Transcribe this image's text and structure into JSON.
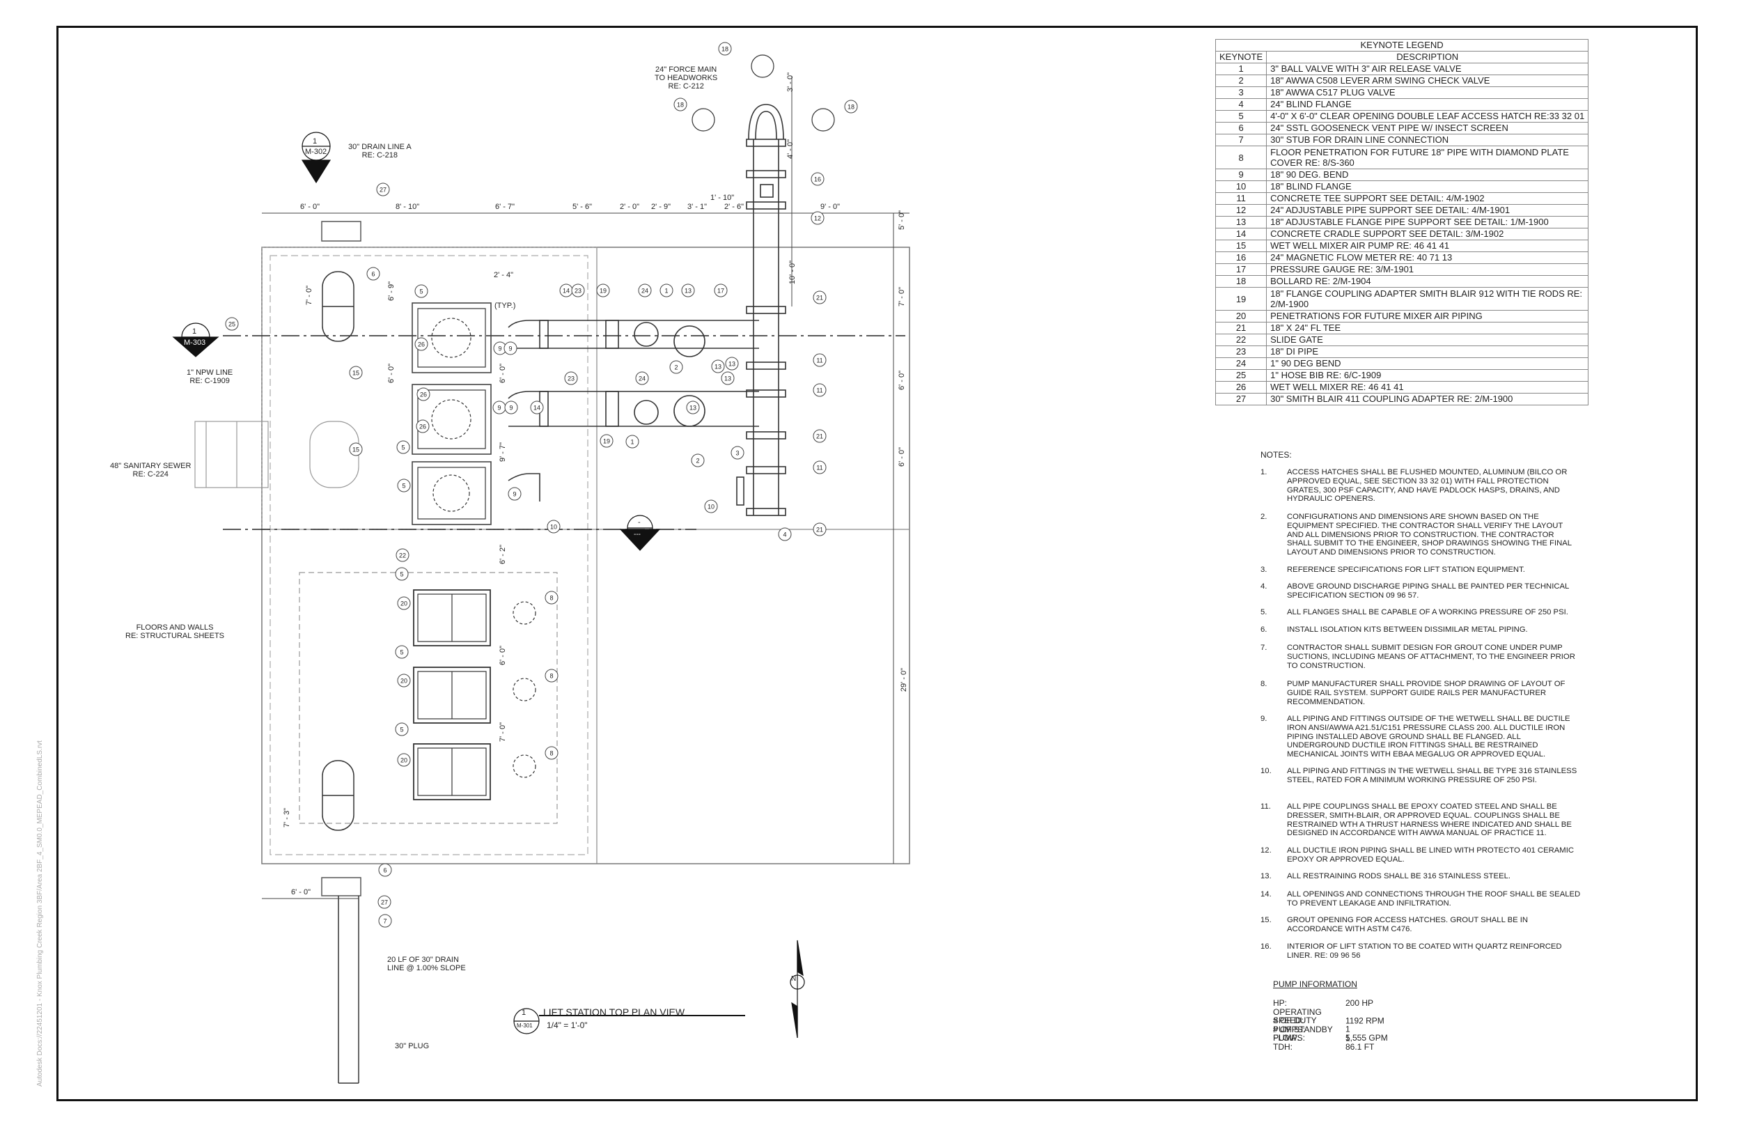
{
  "sheet_file_path": "Autodesk Docs://22451201 - Knox Plumbing Creek Region 3BF/Area 2BF_4_SM0.0_MEPEAD_CombinedLS.rvt",
  "keynote_legend": {
    "title": "KEYNOTE LEGEND",
    "col_keynote": "KEYNOTE",
    "col_description": "DESCRIPTION",
    "rows": [
      {
        "k": "1",
        "d": "3\" BALL VALVE WITH 3\" AIR RELEASE VALVE"
      },
      {
        "k": "2",
        "d": "18\" AWWA C508 LEVER ARM SWING CHECK VALVE"
      },
      {
        "k": "3",
        "d": "18\" AWWA C517 PLUG VALVE"
      },
      {
        "k": "4",
        "d": "24\" BLIND FLANGE"
      },
      {
        "k": "5",
        "d": "4'-0\" X 6'-0\" CLEAR OPENING DOUBLE LEAF ACCESS HATCH RE:33 32 01"
      },
      {
        "k": "6",
        "d": "24\" SSTL GOOSENECK VENT PIPE W/ INSECT SCREEN"
      },
      {
        "k": "7",
        "d": "30\" STUB FOR DRAIN LINE CONNECTION"
      },
      {
        "k": "8",
        "d": "FLOOR PENETRATION FOR FUTURE 18\" PIPE WITH DIAMOND PLATE COVER RE: 8/S-360"
      },
      {
        "k": "9",
        "d": "18\" 90 DEG. BEND"
      },
      {
        "k": "10",
        "d": "18\" BLIND FLANGE"
      },
      {
        "k": "11",
        "d": "CONCRETE TEE SUPPORT SEE DETAIL: 4/M-1902"
      },
      {
        "k": "12",
        "d": "24\" ADJUSTABLE PIPE SUPPORT SEE DETAIL: 4/M-1901"
      },
      {
        "k": "13",
        "d": "18\" ADJUSTABLE FLANGE PIPE SUPPORT SEE DETAIL: 1/M-1900"
      },
      {
        "k": "14",
        "d": "CONCRETE CRADLE SUPPORT SEE DETAIL: 3/M-1902"
      },
      {
        "k": "15",
        "d": "WET WELL MIXER AIR PUMP RE: 46 41 41"
      },
      {
        "k": "16",
        "d": "24\" MAGNETIC FLOW METER RE: 40 71 13"
      },
      {
        "k": "17",
        "d": "PRESSURE GAUGE RE: 3/M-1901"
      },
      {
        "k": "18",
        "d": "BOLLARD RE: 2/M-1904"
      },
      {
        "k": "19",
        "d": "18\" FLANGE COUPLING ADAPTER SMITH BLAIR 912 WITH TIE RODS RE: 2/M-1900"
      },
      {
        "k": "20",
        "d": "PENETRATIONS FOR FUTURE MIXER AIR PIPING"
      },
      {
        "k": "21",
        "d": "18\" X 24\" FL TEE"
      },
      {
        "k": "22",
        "d": "SLIDE GATE"
      },
      {
        "k": "23",
        "d": "18\" DI PIPE"
      },
      {
        "k": "24",
        "d": "1\" 90 DEG BEND"
      },
      {
        "k": "25",
        "d": "1\" HOSE BIB RE: 6/C-1909"
      },
      {
        "k": "26",
        "d": "WET WELL MIXER RE: 46 41 41"
      },
      {
        "k": "27",
        "d": "30\" SMITH BLAIR 411 COUPLING ADAPTER RE: 2/M-1900"
      }
    ]
  },
  "notes": {
    "title": "NOTES:",
    "items": [
      {
        "n": "1.",
        "t": "ACCESS HATCHES SHALL BE FLUSHED MOUNTED, ALUMINUM (BILCO OR APPROVED EQUAL, SEE SECTION 33 32 01) WITH FALL PROTECTION GRATES, 300 PSF CAPACITY, AND HAVE PADLOCK HASPS, DRAINS, AND HYDRAULIC OPENERS."
      },
      {
        "n": "2.",
        "t": "CONFIGURATIONS AND DIMENSIONS ARE SHOWN BASED ON THE EQUIPMENT SPECIFIED. THE CONTRACTOR SHALL VERIFY THE LAYOUT AND ALL DIMENSIONS PRIOR TO CONSTRUCTION. THE CONTRACTOR SHALL SUBMIT TO THE ENGINEER, SHOP DRAWINGS SHOWING THE FINAL LAYOUT AND DIMENSIONS PRIOR TO CONSTRUCTION."
      },
      {
        "n": "3.",
        "t": "REFERENCE SPECIFICATIONS FOR LIFT STATION EQUIPMENT."
      },
      {
        "n": "4.",
        "t": "ABOVE GROUND DISCHARGE PIPING SHALL BE PAINTED PER TECHNICAL SPECIFICATION SECTION 09 96 57."
      },
      {
        "n": "5.",
        "t": "ALL FLANGES SHALL BE CAPABLE OF A WORKING PRESSURE OF 250 PSI."
      },
      {
        "n": "6.",
        "t": "INSTALL ISOLATION KITS BETWEEN DISSIMILAR METAL PIPING."
      },
      {
        "n": "7.",
        "t": "CONTRACTOR SHALL SUBMIT DESIGN FOR GROUT CONE UNDER PUMP SUCTIONS, INCLUDING MEANS OF ATTACHMENT, TO THE ENGINEER PRIOR TO CONSTRUCTION."
      },
      {
        "n": "8.",
        "t": "PUMP MANUFACTURER SHALL PROVIDE SHOP DRAWING OF LAYOUT OF GUIDE RAIL SYSTEM. SUPPORT GUIDE RAILS PER MANUFACTURER RECOMMENDATION."
      },
      {
        "n": "9.",
        "t": "ALL PIPING AND FITTINGS OUTSIDE OF THE WETWELL SHALL BE DUCTILE IRON ANSI/AWWA A21.51/C151 PRESSURE CLASS 200. ALL DUCTILE IRON PIPING INSTALLED ABOVE GROUND SHALL BE FLANGED. ALL UNDERGROUND DUCTILE IRON FITTINGS SHALL BE RESTRAINED MECHANICAL JOINTS WITH EBAA MEGALUG OR APPROVED EQUAL."
      },
      {
        "n": "10.",
        "t": "ALL PIPING AND FITTINGS IN THE WETWELL SHALL BE TYPE 316 STAINLESS STEEL, RATED FOR A MINIMUM WORKING PRESSURE OF 250 PSI."
      },
      {
        "n": "11.",
        "t": "ALL PIPE COUPLINGS SHALL BE EPOXY COATED STEEL AND SHALL BE DRESSER, SMITH-BLAIR, OR APPROVED EQUAL. COUPLINGS SHALL BE RESTRAINED WTH A THRUST HARNESS WHERE INDICATED AND SHALL BE DESIGNED IN ACCORDANCE WITH AWWA MANUAL OF PRACTICE 11."
      },
      {
        "n": "12.",
        "t": "ALL DUCTILE IRON PIPING SHALL BE LINED WITH PROTECTO 401 CERAMIC EPOXY OR APPROVED EQUAL."
      },
      {
        "n": "13.",
        "t": "ALL RESTRAINING RODS SHALL BE 316 STAINLESS STEEL."
      },
      {
        "n": "14.",
        "t": "ALL OPENINGS AND CONNECTIONS THROUGH THE ROOF SHALL BE SEALED TO PREVENT LEAKAGE AND INFILTRATION."
      },
      {
        "n": "15.",
        "t": "GROUT OPENING FOR ACCESS HATCHES. GROUT SHALL BE IN ACCORDANCE WITH ASTM C476."
      },
      {
        "n": "16.",
        "t": "INTERIOR OF LIFT STATION TO BE COATED WITH QUARTZ REINFORCED LINER. RE: 09 96 56"
      }
    ]
  },
  "pump_information": {
    "title": "PUMP INFORMATION",
    "rows": [
      {
        "label": "HP:",
        "value": "200 HP"
      },
      {
        "label": "OPERATING SPEED:",
        "value": "1192 RPM"
      },
      {
        "label": "# OF DUTY PUMPS:",
        "value": "1"
      },
      {
        "label": "# OF STANDBY PUMPS:",
        "value": "1"
      },
      {
        "label": "FLOW:",
        "value": "5,555 GPM"
      },
      {
        "label": "TDH:",
        "value": "86.1 FT"
      }
    ]
  },
  "plan": {
    "title": "LIFT STATION TOP PLAN VIEW",
    "scale": "1/4\" = 1'-0\"",
    "view_number": "1",
    "view_sheet": "M-301",
    "section_top_number": "1",
    "section_top_sheet": "M-302",
    "section_left_number": "1",
    "section_left_sheet": "M-303",
    "north": "N",
    "typ": "(TYP.)",
    "section_marker_right": "-",
    "section_marker_right_sheet": "---",
    "callouts": {
      "force_main": [
        "24\" FORCE MAIN",
        "TO HEADWORKS",
        "RE: C-212"
      ],
      "drain_line_a": [
        "30\" DRAIN LINE A",
        "RE: C-218"
      ],
      "npw_line": [
        "1\" NPW LINE",
        "RE: C-1909"
      ],
      "sanitary_sewer": [
        "48\" SANITARY SEWER",
        "RE: C-224"
      ],
      "floors_walls": [
        "FLOORS AND WALLS",
        "RE: STRUCTURAL SHEETS"
      ],
      "drain_slope": [
        "20 LF OF 30\" DRAIN",
        "LINE @ 1.00% SLOPE"
      ],
      "plug": [
        "30\" PLUG"
      ]
    },
    "dimensions": {
      "top": [
        "6' - 0\"",
        "8' - 10\"",
        "6' - 7\"",
        "5' - 6\"",
        "2' - 0\"",
        "2' - 9\"",
        "3' - 1\"",
        "2' - 6\"",
        "9' - 0\""
      ],
      "small_top": "1' - 10\"",
      "typ_dim": "2' - 4\"",
      "bottom": "6' - 0\"",
      "right": [
        "5' - 0\"",
        "7' - 0\"",
        "6' - 0\"",
        "6' - 0\"",
        "29' - 0\""
      ],
      "riser": [
        "3' - 0\"",
        "4' - 0\"",
        "10' - 0\""
      ],
      "left_inner": [
        "7' - 0\"",
        "6' - 9\"",
        "6' - 0\"",
        "6' - 0\"",
        "9' - 7\"",
        "6' - 2\"",
        "6' - 0\"",
        "7' - 0\"",
        "7' - 3\""
      ]
    }
  }
}
